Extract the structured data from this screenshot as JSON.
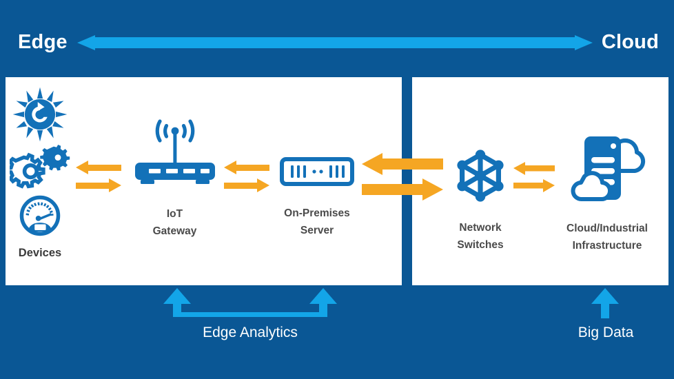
{
  "header": {
    "edge_label": "Edge",
    "cloud_label": "Cloud",
    "arrow_icon": "double-headed-arrow-icon"
  },
  "colors": {
    "background_blue": "#0A5795",
    "accent_light_blue": "#13A5E8",
    "icon_blue": "#1371B8",
    "arrow_orange": "#F5A623",
    "panel_white": "#FFFFFF",
    "label_gray": "#4A4A4A"
  },
  "diagram": {
    "type": "edge-to-cloud architecture",
    "left_panel": {
      "nodes": [
        {
          "id": "devices",
          "label": "Devices",
          "icons": [
            "sun-refresh-icon",
            "gears-icon",
            "gauge-icon"
          ]
        },
        {
          "id": "iot-gateway",
          "label": "IoT\nGateway",
          "icons": [
            "wireless-router-icon"
          ]
        },
        {
          "id": "on-premises-server",
          "label": "On-Premises\nServer",
          "icons": [
            "server-icon"
          ]
        }
      ],
      "connectors": [
        {
          "id": "devices-to-gateway",
          "icon": "bidirectional-arrows-icon",
          "style": "small"
        },
        {
          "id": "gateway-to-server",
          "icon": "bidirectional-arrows-icon",
          "style": "small"
        }
      ]
    },
    "right_panel": {
      "nodes": [
        {
          "id": "network-switches",
          "label": "Network\nSwitches",
          "icons": [
            "network-mesh-icon"
          ]
        },
        {
          "id": "cloud-industrial-infrastructure",
          "label": "Cloud/Industrial\nInfrastructure",
          "icons": [
            "cloud-server-icon"
          ]
        }
      ],
      "connectors": [
        {
          "id": "server-to-switches",
          "icon": "bidirectional-arrows-icon",
          "style": "large"
        },
        {
          "id": "switches-to-cloud",
          "icon": "bidirectional-arrows-icon",
          "style": "small"
        }
      ]
    },
    "brackets": [
      {
        "id": "edge-analytics",
        "label": "Edge Analytics",
        "icon": "up-bracket-arrows-icon"
      },
      {
        "id": "big-data",
        "label": "Big Data",
        "icon": "up-arrow-icon"
      }
    ]
  }
}
